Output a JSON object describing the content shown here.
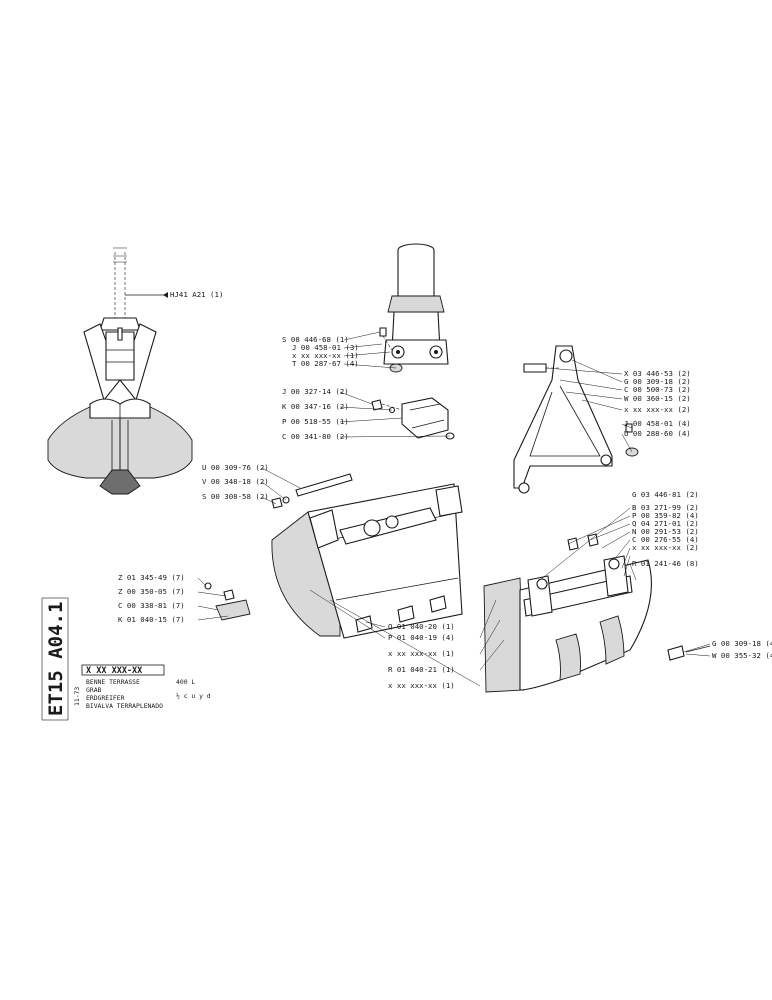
{
  "sheet_code": "ET15 A04.1",
  "reference": "X XX XXX-XX",
  "date": "11-73",
  "product": {
    "names": [
      "BENNE TERRASSE",
      "GRAB",
      "ERDGREIFER",
      "BIVALVA TERRAPLENADO"
    ],
    "capacity": "400 L",
    "capacity_imperial": "½ c u y d"
  },
  "labels": {
    "top_ref": "HJ41 A21 (1)",
    "swivel": [
      "S 08 446-68 (1)",
      "J 00 458-01 (3)",
      "x xx xxx-xx (1)",
      "T 00 287-67 (4)"
    ],
    "bracket": [
      "J 00 327-14 (2)",
      "K 00 347-16 (2)",
      "P 00 518-55 (1)",
      "C 00 341-80 (2)"
    ],
    "arm": [
      "X 03 446-53 (2)",
      "G 00 309-18 (2)",
      "C 00 500-73 (2)",
      "W 00 360-15 (2)",
      "x xx xxx-xx (2)",
      "J 00 458-01 (4)",
      "U 00 288-60 (4)"
    ],
    "pin": [
      "U 00 309-76 (2)",
      "V 00 348-18 (2)",
      "S 00 308-58 (2)"
    ],
    "right_shell": [
      "G 03 446-81 (2)",
      "B 03 271-99 (2)",
      "P 00 359-82 (4)",
      "Q 04 271-01 (2)",
      "N 00 291-53 (2)",
      "C 00 276-55 (4)",
      "x xx xxx-xx (2)",
      "R 01 241-46 (8)"
    ],
    "tooth": [
      "Z 01 345-49 (7)",
      "Z 00 350-05 (7)",
      "C 00 338-81 (7)",
      "K 01 040-15 (7)"
    ],
    "left_shell": [
      "Q 01 040-20 (1)",
      "P 01 040-19 (4)",
      "x xx xxx-xx (1)",
      "R 01 040-21 (1)",
      "x xx xxx-xx (1)"
    ],
    "bolt": [
      "G 00 309-18 (4",
      "W 00 355-32 (4"
    ]
  }
}
